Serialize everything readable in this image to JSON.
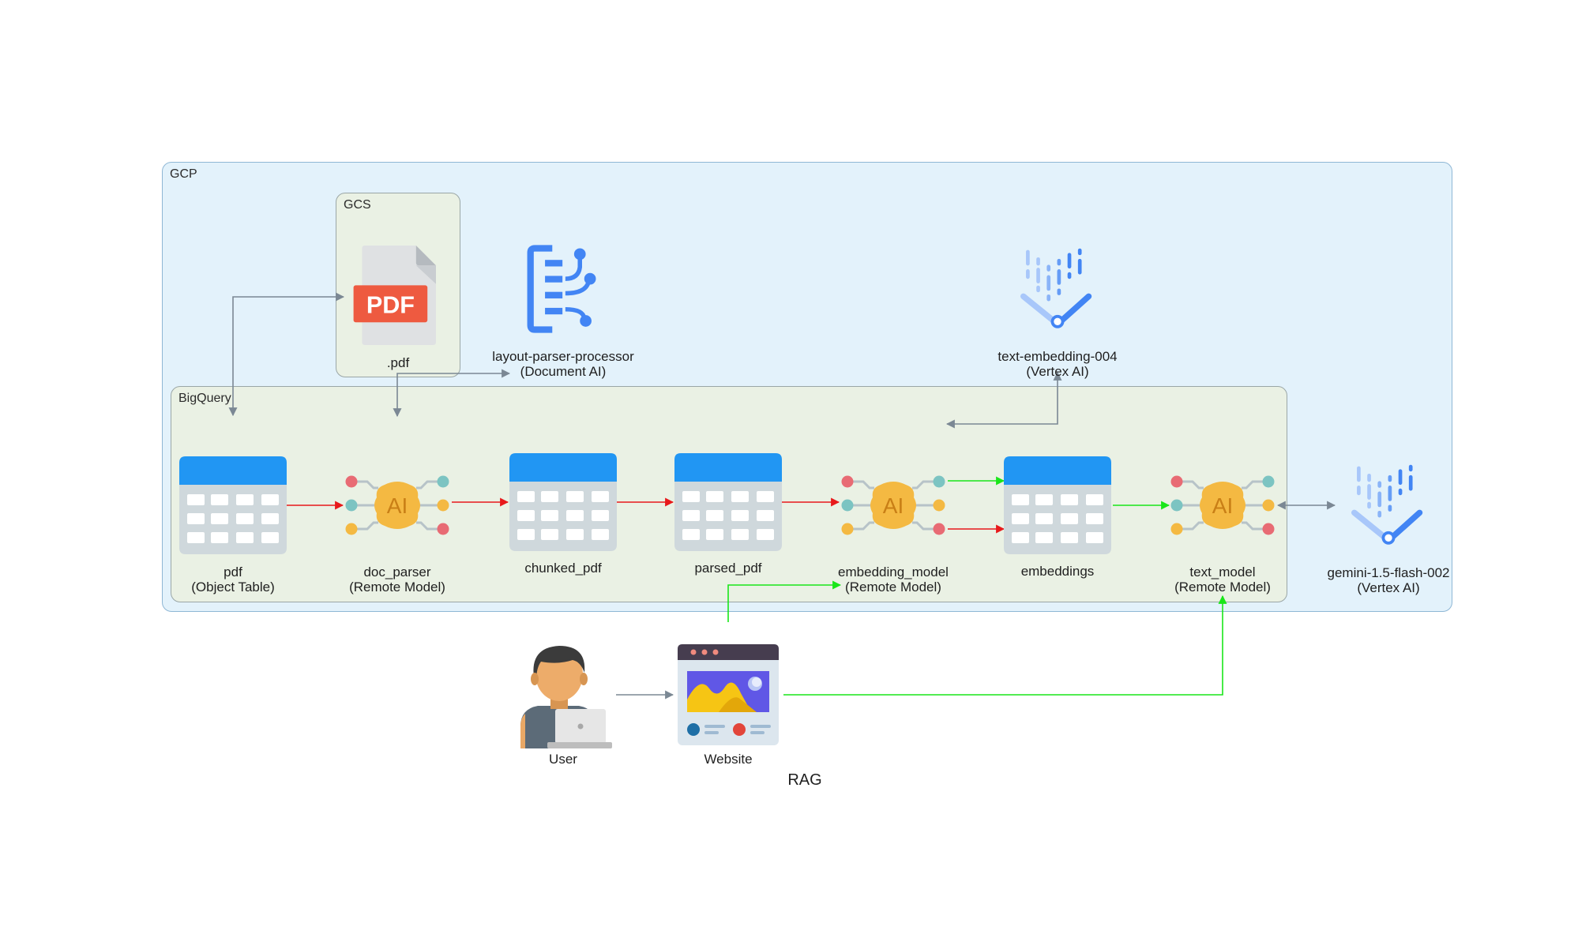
{
  "title": "RAG",
  "clusters": {
    "gcp": "GCP",
    "gcs": "GCS",
    "bigquery": "BigQuery"
  },
  "nodes": {
    "pdf_file": {
      "label": ".pdf",
      "icon": "pdf-file-icon"
    },
    "layout_parser": {
      "label": "layout-parser-processor\n(Document AI)",
      "icon": "document-ai-icon"
    },
    "text_embedding": {
      "label": "text-embedding-004\n(Vertex AI)",
      "icon": "vertex-ai-icon"
    },
    "pdf_table": {
      "label": "pdf\n(Object Table)",
      "icon": "table-icon"
    },
    "doc_parser": {
      "label": "doc_parser\n(Remote Model)",
      "icon": "ai-chip-icon"
    },
    "chunked_pdf": {
      "label": "chunked_pdf",
      "icon": "table-icon"
    },
    "parsed_pdf": {
      "label": "parsed_pdf",
      "icon": "table-icon"
    },
    "embedding_model": {
      "label": "embedding_model\n(Remote Model)",
      "icon": "ai-chip-icon"
    },
    "embeddings": {
      "label": "embeddings",
      "icon": "table-icon"
    },
    "text_model": {
      "label": "text_model\n(Remote Model)",
      "icon": "ai-chip-icon"
    },
    "gemini": {
      "label": "gemini-1.5-flash-002\n(Vertex AI)",
      "icon": "vertex-ai-icon"
    },
    "user": {
      "label": "User",
      "icon": "user-laptop-icon"
    },
    "website": {
      "label": "Website",
      "icon": "website-icon"
    }
  },
  "colors": {
    "gcp_fill": "#E3F2FB",
    "gcp_border": "#8FB7D5",
    "group_fill": "#EAF1E4",
    "group_border": "#9AA6A6",
    "edge_gray": "#7B8894",
    "edge_red": "#E8191B",
    "edge_green": "#19E619",
    "table_header": "#2196F3",
    "table_body": "#CFD8DC",
    "chip": "#F4B942",
    "pdf_red": "#EE5A40",
    "google_blue": "#4285F4"
  }
}
